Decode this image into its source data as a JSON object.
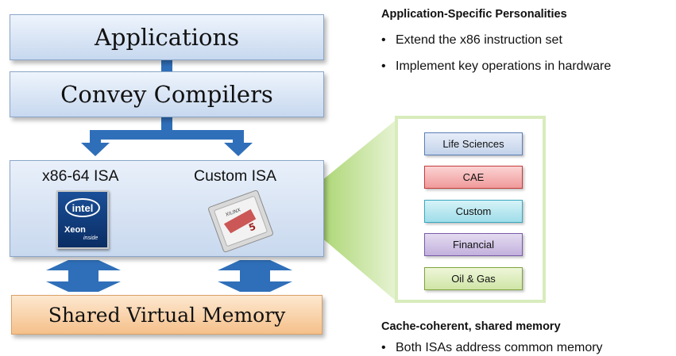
{
  "left_stack": {
    "applications": "Applications",
    "compilers": "Convey Compilers",
    "x86_isa": "x86-64 ISA",
    "custom_isa": "Custom ISA",
    "shared_memory": "Shared Virtual Memory",
    "intel_logo": "intel",
    "intel_xeon": "Xeon",
    "intel_inside": "inside"
  },
  "personalities_panel": {
    "items": [
      "Life Sciences",
      "CAE",
      "Custom",
      "Financial",
      "Oil & Gas"
    ]
  },
  "right_text": {
    "heading_personalities": "Application-Specific Personalities",
    "bullet_1": "Extend the x86 instruction set",
    "bullet_2": "Implement key operations in hardware",
    "heading_cache": "Cache-coherent, shared memory",
    "bullet_3": "Both ISAs address common memory"
  },
  "colors": {
    "blue_box": "#c7d8ef",
    "arrow_blue": "#2f6fb9",
    "shared_memory": "#f5c08a",
    "callout_green": "#8cc63f",
    "intel_blue": "#0a2d63"
  }
}
